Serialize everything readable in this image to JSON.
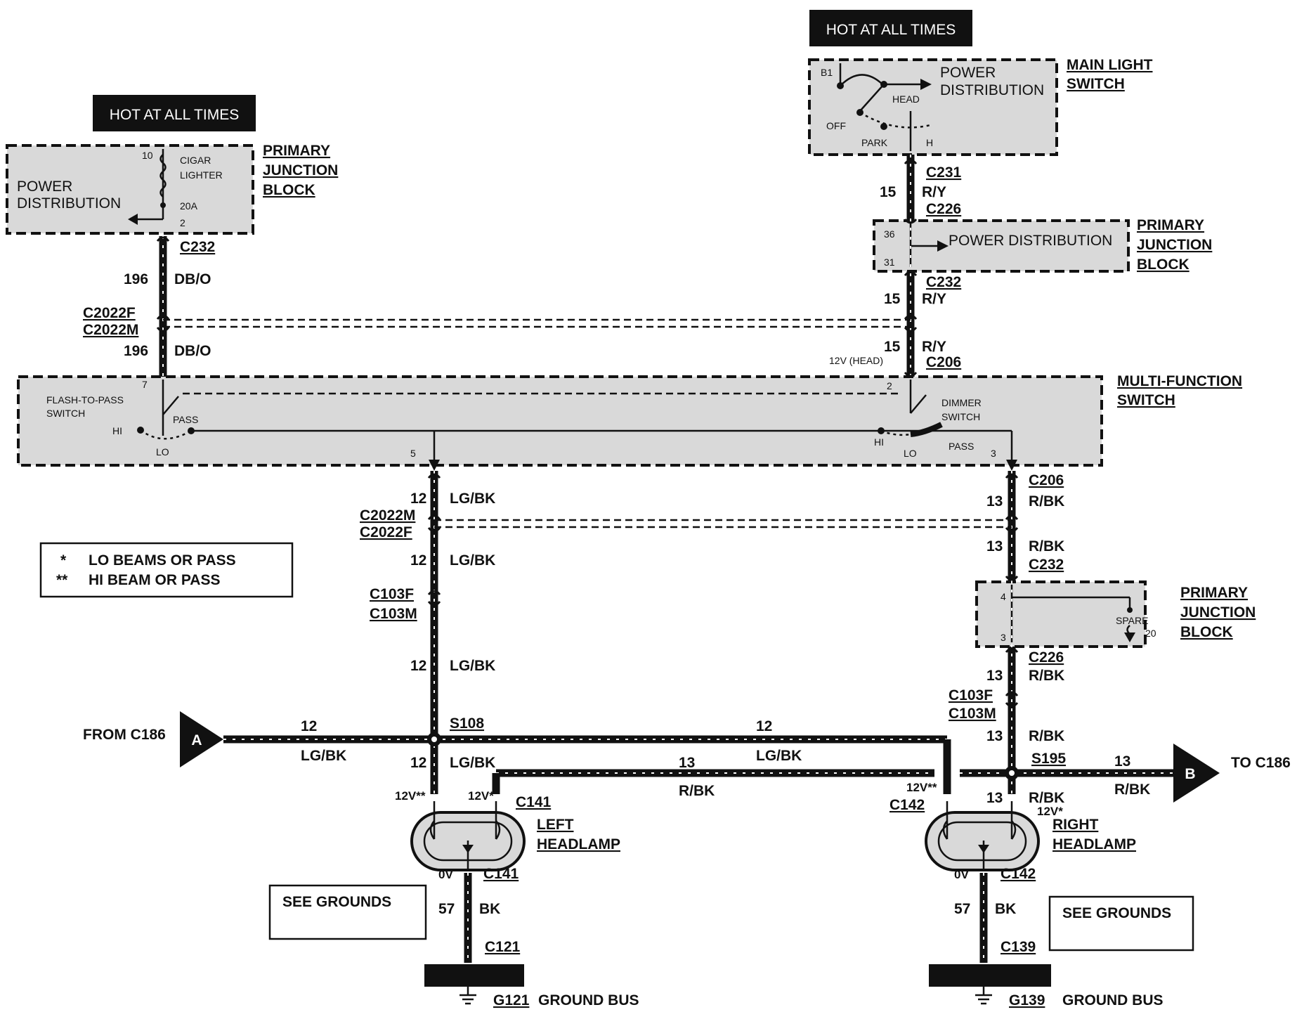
{
  "hot_left": "HOT AT ALL TIMES",
  "hot_right": "HOT AT ALL TIMES",
  "pjb_left": {
    "title1": "PRIMARY",
    "title2": "JUNCTION",
    "title3": "BLOCK",
    "power": "POWER",
    "dist": "DISTRIBUTION",
    "fuse_name1": "CIGAR",
    "fuse_name2": "LIGHTER",
    "fuse_rating": "20A",
    "pin_top": "10",
    "pin_bot": "2"
  },
  "main_switch": {
    "title1": "MAIN LIGHT",
    "title2": "SWITCH",
    "power": "POWER",
    "dist": "DISTRIBUTION",
    "b1": "B1",
    "head": "HEAD",
    "off": "OFF",
    "park": "PARK",
    "h": "H"
  },
  "pjb_right_top": {
    "title1": "PRIMARY",
    "title2": "JUNCTION",
    "title3": "BLOCK",
    "text": "POWER DISTRIBUTION",
    "pin_top": "36",
    "pin_bot": "31"
  },
  "pjb_right_bot": {
    "title1": "PRIMARY",
    "title2": "JUNCTION",
    "title3": "BLOCK",
    "spare": "SPARE",
    "pin4": "4",
    "pin3": "3",
    "pin20": "20"
  },
  "mfs": {
    "title1": "MULTI-FUNCTION",
    "title2": "SWITCH",
    "ftp1": "FLASH-TO-PASS",
    "ftp2": "SWITCH",
    "pass_l": "PASS",
    "hi_l": "HI",
    "lo_l": "LO",
    "pin7": "7",
    "pin5": "5",
    "pin2": "2",
    "pin3": "3",
    "dim1": "DIMMER",
    "dim2": "SWITCH",
    "hi_r": "HI",
    "lo_r": "LO",
    "pass_r": "PASS",
    "v_head": "12V (HEAD)"
  },
  "left_chain": {
    "c232": "C232",
    "c2022f": "C2022F",
    "c2022m": "C2022M",
    "n196a": "196",
    "n196b": "196",
    "dbo_a": "DB/O",
    "dbo_b": "DB/O"
  },
  "right_chain": {
    "c231": "C231",
    "c226": "C226",
    "c232": "C232",
    "c206": "C206",
    "n15a": "15",
    "n15b": "15",
    "n15c": "15",
    "ry_a": "R/Y",
    "ry_b": "R/Y",
    "ry_c": "R/Y"
  },
  "center_chain": {
    "n12a": "12",
    "lgbk_a": "LG/BK",
    "c2022m": "C2022M",
    "c2022f": "C2022F",
    "n12b": "12",
    "lgbk_b": "LG/BK",
    "c103f": "C103F",
    "c103m": "C103M",
    "n12c": "12",
    "lgbk_c": "LG/BK",
    "s108": "S108",
    "n12d": "12",
    "lgbk_d": "LG/BK"
  },
  "rb_chain": {
    "c206": "C206",
    "n13a": "13",
    "rbk_a": "R/BK",
    "n13b": "13",
    "rbk_b": "R/BK",
    "c232": "C232",
    "c226": "C226",
    "n13c": "13",
    "rbk_c": "R/BK",
    "c103f": "C103F",
    "c103m": "C103M",
    "n13d": "13",
    "rbk_d": "R/BK",
    "s195": "S195",
    "n13e": "13",
    "rbk_e": "R/BK",
    "v12s": "12V*"
  },
  "legend": {
    "star1": "*",
    "text1": "LO BEAMS OR PASS",
    "star2": "**",
    "text2": "HI BEAM OR PASS"
  },
  "bus_a": {
    "from": "FROM C186",
    "letter": "A",
    "n12": "12",
    "lgbk": "LG/BK"
  },
  "bus_mid": {
    "n12": "12",
    "lgbk": "LG/BK",
    "n13": "13",
    "rbk": "R/BK",
    "v_c142": "12V**",
    "c142_top": "C142"
  },
  "bus_b": {
    "to": "TO C186",
    "letter": "B",
    "n13": "13",
    "rbk": "R/BK"
  },
  "left_lamp": {
    "v_hi": "12V**",
    "v_lo": "12V*",
    "c141_top": "C141",
    "name1": "LEFT",
    "name2": "HEADLAMP",
    "v0": "0V",
    "c141_bot": "C141",
    "n57": "57",
    "bk": "BK",
    "see": "SEE GROUNDS",
    "c121": "C121",
    "g": "G121",
    "gbus": "GROUND BUS"
  },
  "right_lamp": {
    "name1": "RIGHT",
    "name2": "HEADLAMP",
    "v0": "0V",
    "c142_bot": "C142",
    "n57": "57",
    "bk": "BK",
    "see": "SEE GROUNDS",
    "c139": "C139",
    "g": "G139",
    "gbus": "GROUND BUS"
  }
}
